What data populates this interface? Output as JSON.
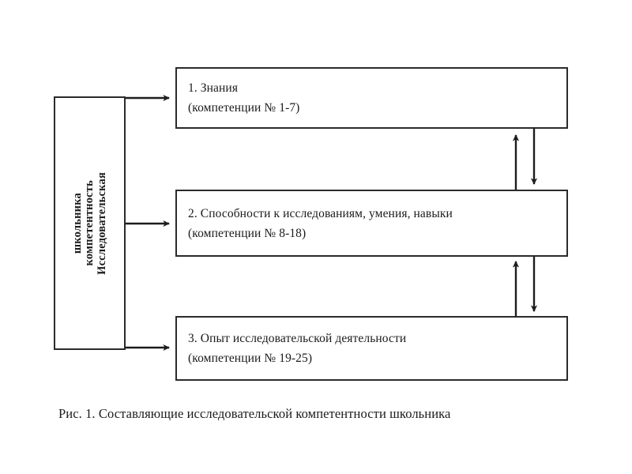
{
  "figure": {
    "caption": "Рис. 1. Составляющие исследовательской компетентности школьника",
    "background_color": "#ffffff",
    "line_color": "#2b2b2b",
    "text_color": "#1b1b1b"
  },
  "root_node": {
    "name": "root-node",
    "orientation": "vertical-bottom-to-top",
    "lines": [
      "Исследовательская",
      "компетентность",
      "школьника"
    ]
  },
  "components": [
    {
      "id": "box-1",
      "title": "1. Знания",
      "subtitle": "(компетенции № 1-7)"
    },
    {
      "id": "box-2",
      "title": "2. Способности к исследованиям, умения, навыки",
      "subtitle": "(компетенции № 8-18)"
    },
    {
      "id": "box-3",
      "title": "3. Опыт исследовательской деятельности",
      "subtitle": "(компетенции № 19-25)"
    }
  ],
  "connectors": {
    "from_root": [
      {
        "name": "arrow-root-to-box-1",
        "direction": "right"
      },
      {
        "name": "arrow-root-to-box-2",
        "direction": "right"
      },
      {
        "name": "arrow-root-to-box-3",
        "direction": "right"
      }
    ],
    "between_boxes": [
      {
        "name": "arrow-box-2-to-box-1",
        "direction": "up"
      },
      {
        "name": "arrow-box-1-to-box-2",
        "direction": "down"
      },
      {
        "name": "arrow-box-3-to-box-2",
        "direction": "up"
      },
      {
        "name": "arrow-box-2-to-box-3",
        "direction": "down"
      }
    ]
  }
}
